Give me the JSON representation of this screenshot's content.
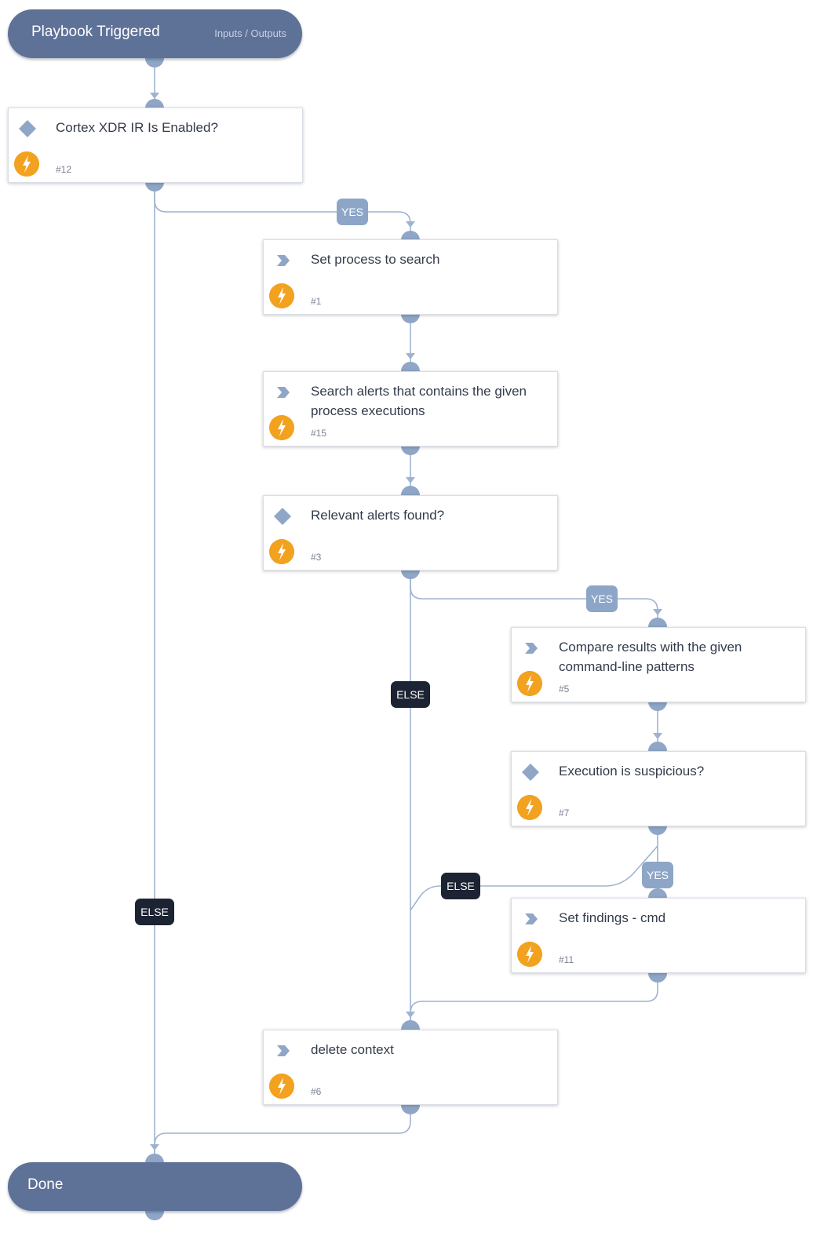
{
  "start": {
    "label": "Playbook Triggered",
    "link": "Inputs / Outputs"
  },
  "end": {
    "label": "Done"
  },
  "tasks": [
    {
      "type": "condition",
      "title": "Cortex XDR IR Is Enabled?",
      "number": "#12"
    },
    {
      "type": "action",
      "title": "Set process to search",
      "number": "#1"
    },
    {
      "type": "action",
      "title": "Search alerts that contains the given process executions",
      "number": "#15"
    },
    {
      "type": "condition",
      "title": "Relevant alerts found?",
      "number": "#3"
    },
    {
      "type": "action",
      "title": "Compare results with the given command-line patterns",
      "number": "#5"
    },
    {
      "type": "condition",
      "title": "Execution is suspicious?",
      "number": "#7"
    },
    {
      "type": "action",
      "title": "Set findings - cmd",
      "number": "#11"
    },
    {
      "type": "action",
      "title": "delete context",
      "number": "#6"
    }
  ],
  "branch_labels": {
    "yes": "YES",
    "else": "ELSE"
  },
  "colors": {
    "header": "#5e7197",
    "connector": "#9fb3d1",
    "port": "#8fa6c6",
    "bolt": "#f2a21f",
    "yes_label": "#8da6c8",
    "else_label": "#1c2332"
  }
}
